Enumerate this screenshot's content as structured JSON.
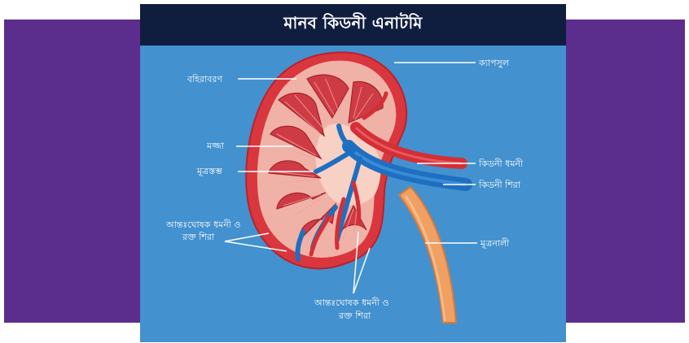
{
  "title": "মানব কিডনী এনাটমি",
  "labels": {
    "cortex": "বহিরাবরণ",
    "medulla": "মজ্জা",
    "pelvis": "মূত্রস্তম্ভ",
    "capsule": "ক্যাপসুল",
    "renal_artery": "কিডনী ধমনী",
    "renal_vein": "কিডনী শিরা",
    "ureter": "মূত্রনালী",
    "interlobar_left_line1": "আন্তঃঘোষক ধমনী ও",
    "interlobar_left_line2": "রক্ত শিরা",
    "interlobar_bottom_line1": "আন্তঃঘোষক ধমনী ও",
    "interlobar_bottom_line2": "রক্ত শিরা"
  },
  "colors": {
    "background_band": "#5b2d8c",
    "card": "#4391cf",
    "title_bar": "#0f1d3f",
    "kidney_outer": "#d9363e",
    "cortex": "#f0b2a6",
    "pyramid": "#cf3b44",
    "artery": "#d42f36",
    "vein": "#1f6fc1",
    "ureter": "#f0a062"
  }
}
